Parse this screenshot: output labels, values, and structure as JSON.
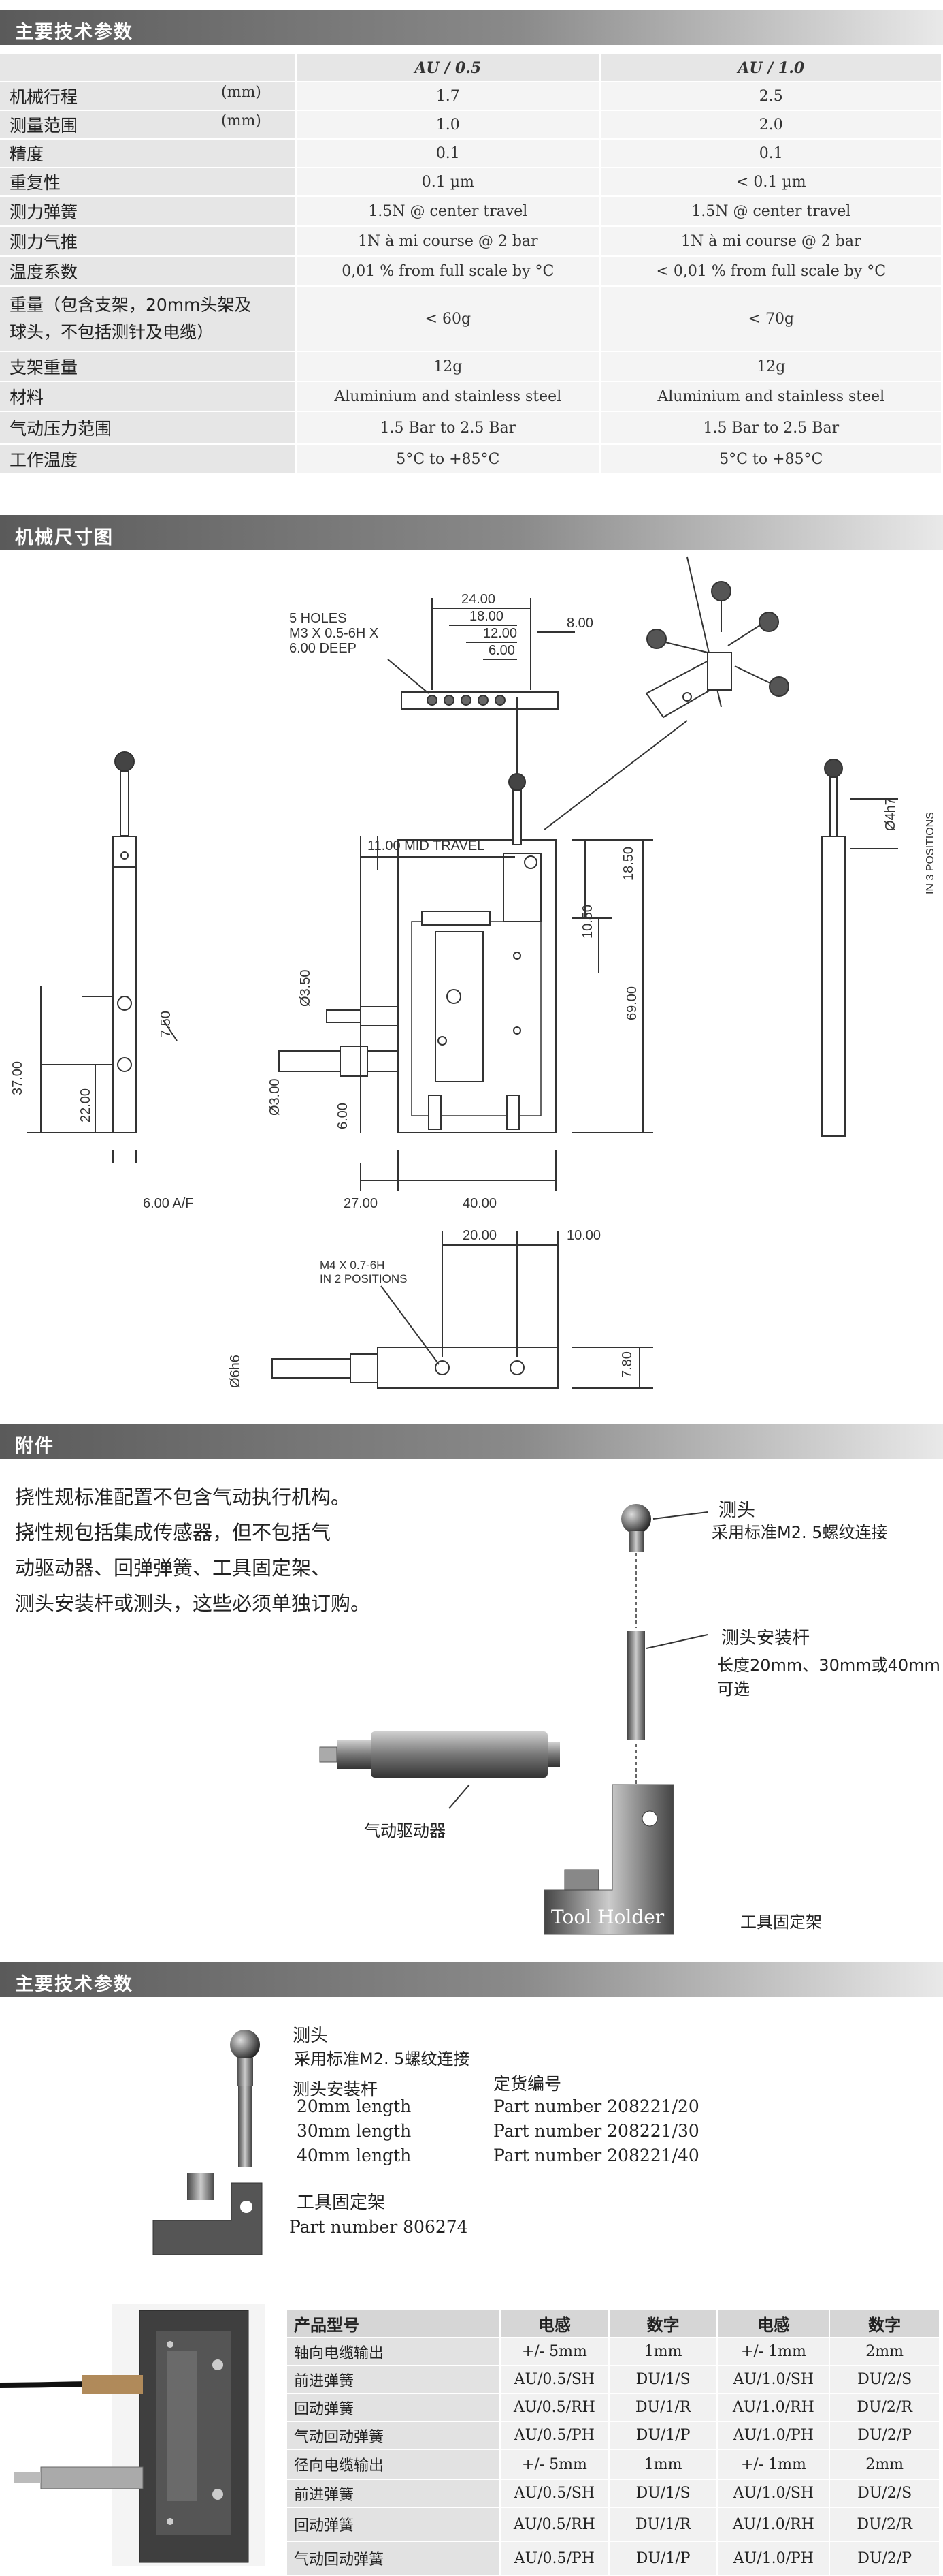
{
  "section1": {
    "title": "主要技术参数"
  },
  "spec": {
    "headers": [
      "",
      "AU / 0.5",
      "AU / 1.0"
    ],
    "rows": [
      {
        "label": "机械行程",
        "unit": "(mm)",
        "v1": "1.7",
        "v2": "2.5"
      },
      {
        "label": "测量范围",
        "unit": "(mm)",
        "v1": "1.0",
        "v2": "2.0"
      },
      {
        "label": "精度",
        "unit": "",
        "v1": "0.1",
        "v2": "0.1"
      },
      {
        "label": "重复性",
        "unit": "",
        "v1": "0.1 µm",
        "v2": "< 0.1 µm"
      },
      {
        "label": "测力弹簧",
        "unit": "",
        "v1": "1.5N @ center travel",
        "v2": "1.5N @ center travel"
      },
      {
        "label": "测力气推",
        "unit": "",
        "v1": "1N à mi course @ 2 bar",
        "v2": "1N à mi course @ 2 bar"
      },
      {
        "label": "温度系数",
        "unit": "",
        "v1": "0,01 % from full scale by °C",
        "v2": "< 0,01 % from full scale by °C"
      },
      {
        "label": "重量（包含支架，20mm头架及球头，不包括测针及电缆）",
        "unit": "",
        "v1": "< 60g",
        "v2": "< 70g"
      },
      {
        "label": "支架重量",
        "unit": "",
        "v1": "12g",
        "v2": "12g"
      },
      {
        "label": "材料",
        "unit": "",
        "v1": "Aluminium and stainless steel",
        "v2": "Aluminium and stainless steel"
      },
      {
        "label": "气动压力范围",
        "unit": "",
        "v1": "1.5 Bar to 2.5 Bar",
        "v2": "1.5 Bar to 2.5 Bar"
      },
      {
        "label": "工作温度",
        "unit": "",
        "v1": "5°C to +85°C",
        "v2": "5°C to +85°C"
      }
    ]
  },
  "section2": {
    "title": "机械尺寸图"
  },
  "drawing": {
    "holes_note_1": "5 HOLES",
    "holes_note_2": "M3 X 0.5-6H X",
    "holes_note_3": "6.00 DEEP",
    "d24": "24.00",
    "d18": "18.00",
    "d12": "12.00",
    "d6": "6.00",
    "d8": "8.00",
    "mid_travel": "11.00 MID TRAVEL",
    "d1850": "18.50",
    "d1050": "10.50",
    "d69": "69.00",
    "d350": "Ø3.50",
    "d300": "Ø3.00",
    "d6b": "6.00",
    "d27": "27.00",
    "d40": "40.00",
    "d37": "37.00",
    "d22": "22.00",
    "d750": "7.50",
    "af": "6.00 A/F",
    "d4h7": "Ø4h7",
    "in3": "IN 3 POSITIONS",
    "m4_1": "M4 X 0.7-6H",
    "m4_2": "IN 2 POSITIONS",
    "d20": "20.00",
    "d10": "10.00",
    "d780": "7.80",
    "d6h6": "Ø6h6"
  },
  "section3": {
    "title": "附件"
  },
  "acc": {
    "text": [
      "挠性规标准配置不包含气动执行机构。",
      "挠性规包括集成传感器，但不包括气",
      "动驱动器、回弹弹簧、工具固定架、",
      "测头安装杆或测头，这些必须单独订购。"
    ],
    "probe": "测头",
    "probe_thread": "采用标准M2. 5螺纹连接",
    "rod": "测头安装杆",
    "rod_len": "长度20mm、30mm或40mm可选",
    "actuator": "气动驱动器",
    "tool_holder_en": "Tool Holder",
    "tool_holder": "工具固定架"
  },
  "section4": {
    "title": "主要技术参数"
  },
  "order": {
    "probe": "测头",
    "probe_thread": "采用标准M2. 5螺纹连接",
    "rod": "测头安装杆",
    "order_no": "定货编号",
    "lengths": [
      {
        "len": "20mm length",
        "pn": "Part number 208221/20"
      },
      {
        "len": "30mm length",
        "pn": "Part number 208221/30"
      },
      {
        "len": "40mm length",
        "pn": "Part number 208221/40"
      }
    ],
    "holder": "工具固定架",
    "holder_pn": "Part number 806274"
  },
  "order_table": {
    "headers": [
      "产品型号",
      "电感",
      "数字",
      "电感",
      "数字"
    ],
    "rows": [
      [
        "轴向电缆输出",
        "+/- 5mm",
        "1mm",
        "+/- 1mm",
        "2mm"
      ],
      [
        "前进弹簧",
        "AU/0.5/SH",
        "DU/1/S",
        "AU/1.0/SH",
        "DU/2/S"
      ],
      [
        "回动弹簧",
        "AU/0.5/RH",
        "DU/1/R",
        "AU/1.0/RH",
        "DU/2/R"
      ],
      [
        "气动回动弹簧",
        "AU/0.5/PH",
        "DU/1/P",
        "AU/1.0/PH",
        "DU/2/P"
      ],
      [
        "径向电缆输出",
        "+/- 5mm",
        "1mm",
        "+/- 1mm",
        "2mm"
      ],
      [
        "前进弹簧",
        "AU/0.5/SH",
        "DU/1/S",
        "AU/1.0/SH",
        "DU/2/S"
      ],
      [
        "回动弹簧",
        "AU/0.5/RH",
        "DU/1/R",
        "AU/1.0/RH",
        "DU/2/R"
      ],
      [
        "气动回动弹簧",
        "AU/0.5/PH",
        "DU/1/P",
        "AU/1.0/PH",
        "DU/2/P"
      ]
    ]
  }
}
